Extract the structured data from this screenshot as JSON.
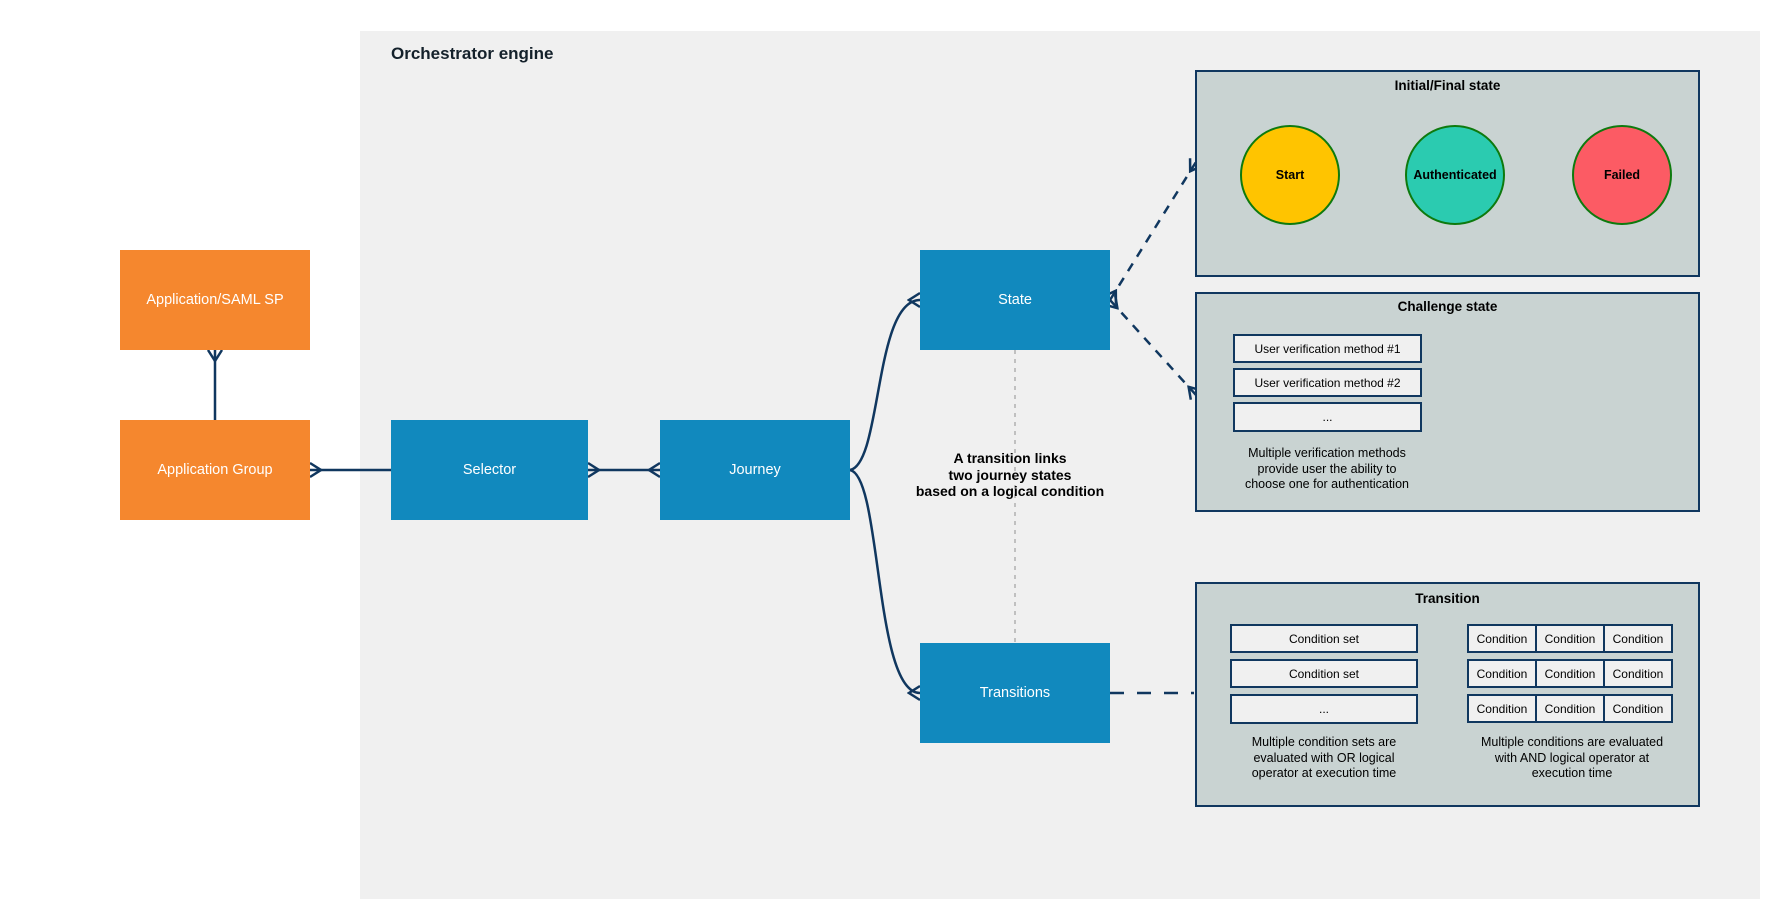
{
  "title": "Orchestrator engine",
  "nodes": {
    "app_saml": {
      "label": "Application/SAML SP"
    },
    "app_group": {
      "label": "Application Group"
    },
    "selector": {
      "label": "Selector"
    },
    "journey": {
      "label": "Journey"
    },
    "state": {
      "label": "State"
    },
    "transitions": {
      "label": "Transitions"
    }
  },
  "annotation": {
    "lines": [
      "A transition links",
      "two journey states",
      "based on a logical condition"
    ]
  },
  "panels": {
    "initial_final": {
      "title": "Initial/Final state",
      "circles": [
        {
          "label": "Start",
          "color": "#FFC400"
        },
        {
          "label": "Authenticated",
          "color": "#2BCBB0"
        },
        {
          "label": "Failed",
          "color": "#FC5B64"
        }
      ]
    },
    "challenge": {
      "title": "Challenge state",
      "methods": [
        "User verification method #1",
        "User verification method #2",
        "..."
      ],
      "caption_lines": [
        "Multiple verification methods",
        "provide user the ability to",
        "choose one for authentication"
      ]
    },
    "transition": {
      "title": "Transition",
      "condition_sets": [
        "Condition set",
        "Condition set",
        "..."
      ],
      "condition_label": "Condition",
      "or_caption_lines": [
        "Multiple condition sets are",
        "evaluated with OR logical",
        "operator at execution time"
      ],
      "and_caption_lines": [
        "Multiple conditions are evaluated",
        "with AND logical operator at",
        "execution time"
      ]
    }
  },
  "colors": {
    "canvas_bg": "#F0F0F0",
    "node_orange": "#F5872E",
    "node_blue": "#1189BE",
    "line_navy": "#10375F",
    "panel_bg": "#C9D3D2",
    "circle_border_green": "#0E7A0E",
    "start_fill": "#FFC400",
    "authenticated_fill": "#2BCBB0",
    "failed_fill": "#FC5B64",
    "gray_dash": "#B0B0B0"
  }
}
